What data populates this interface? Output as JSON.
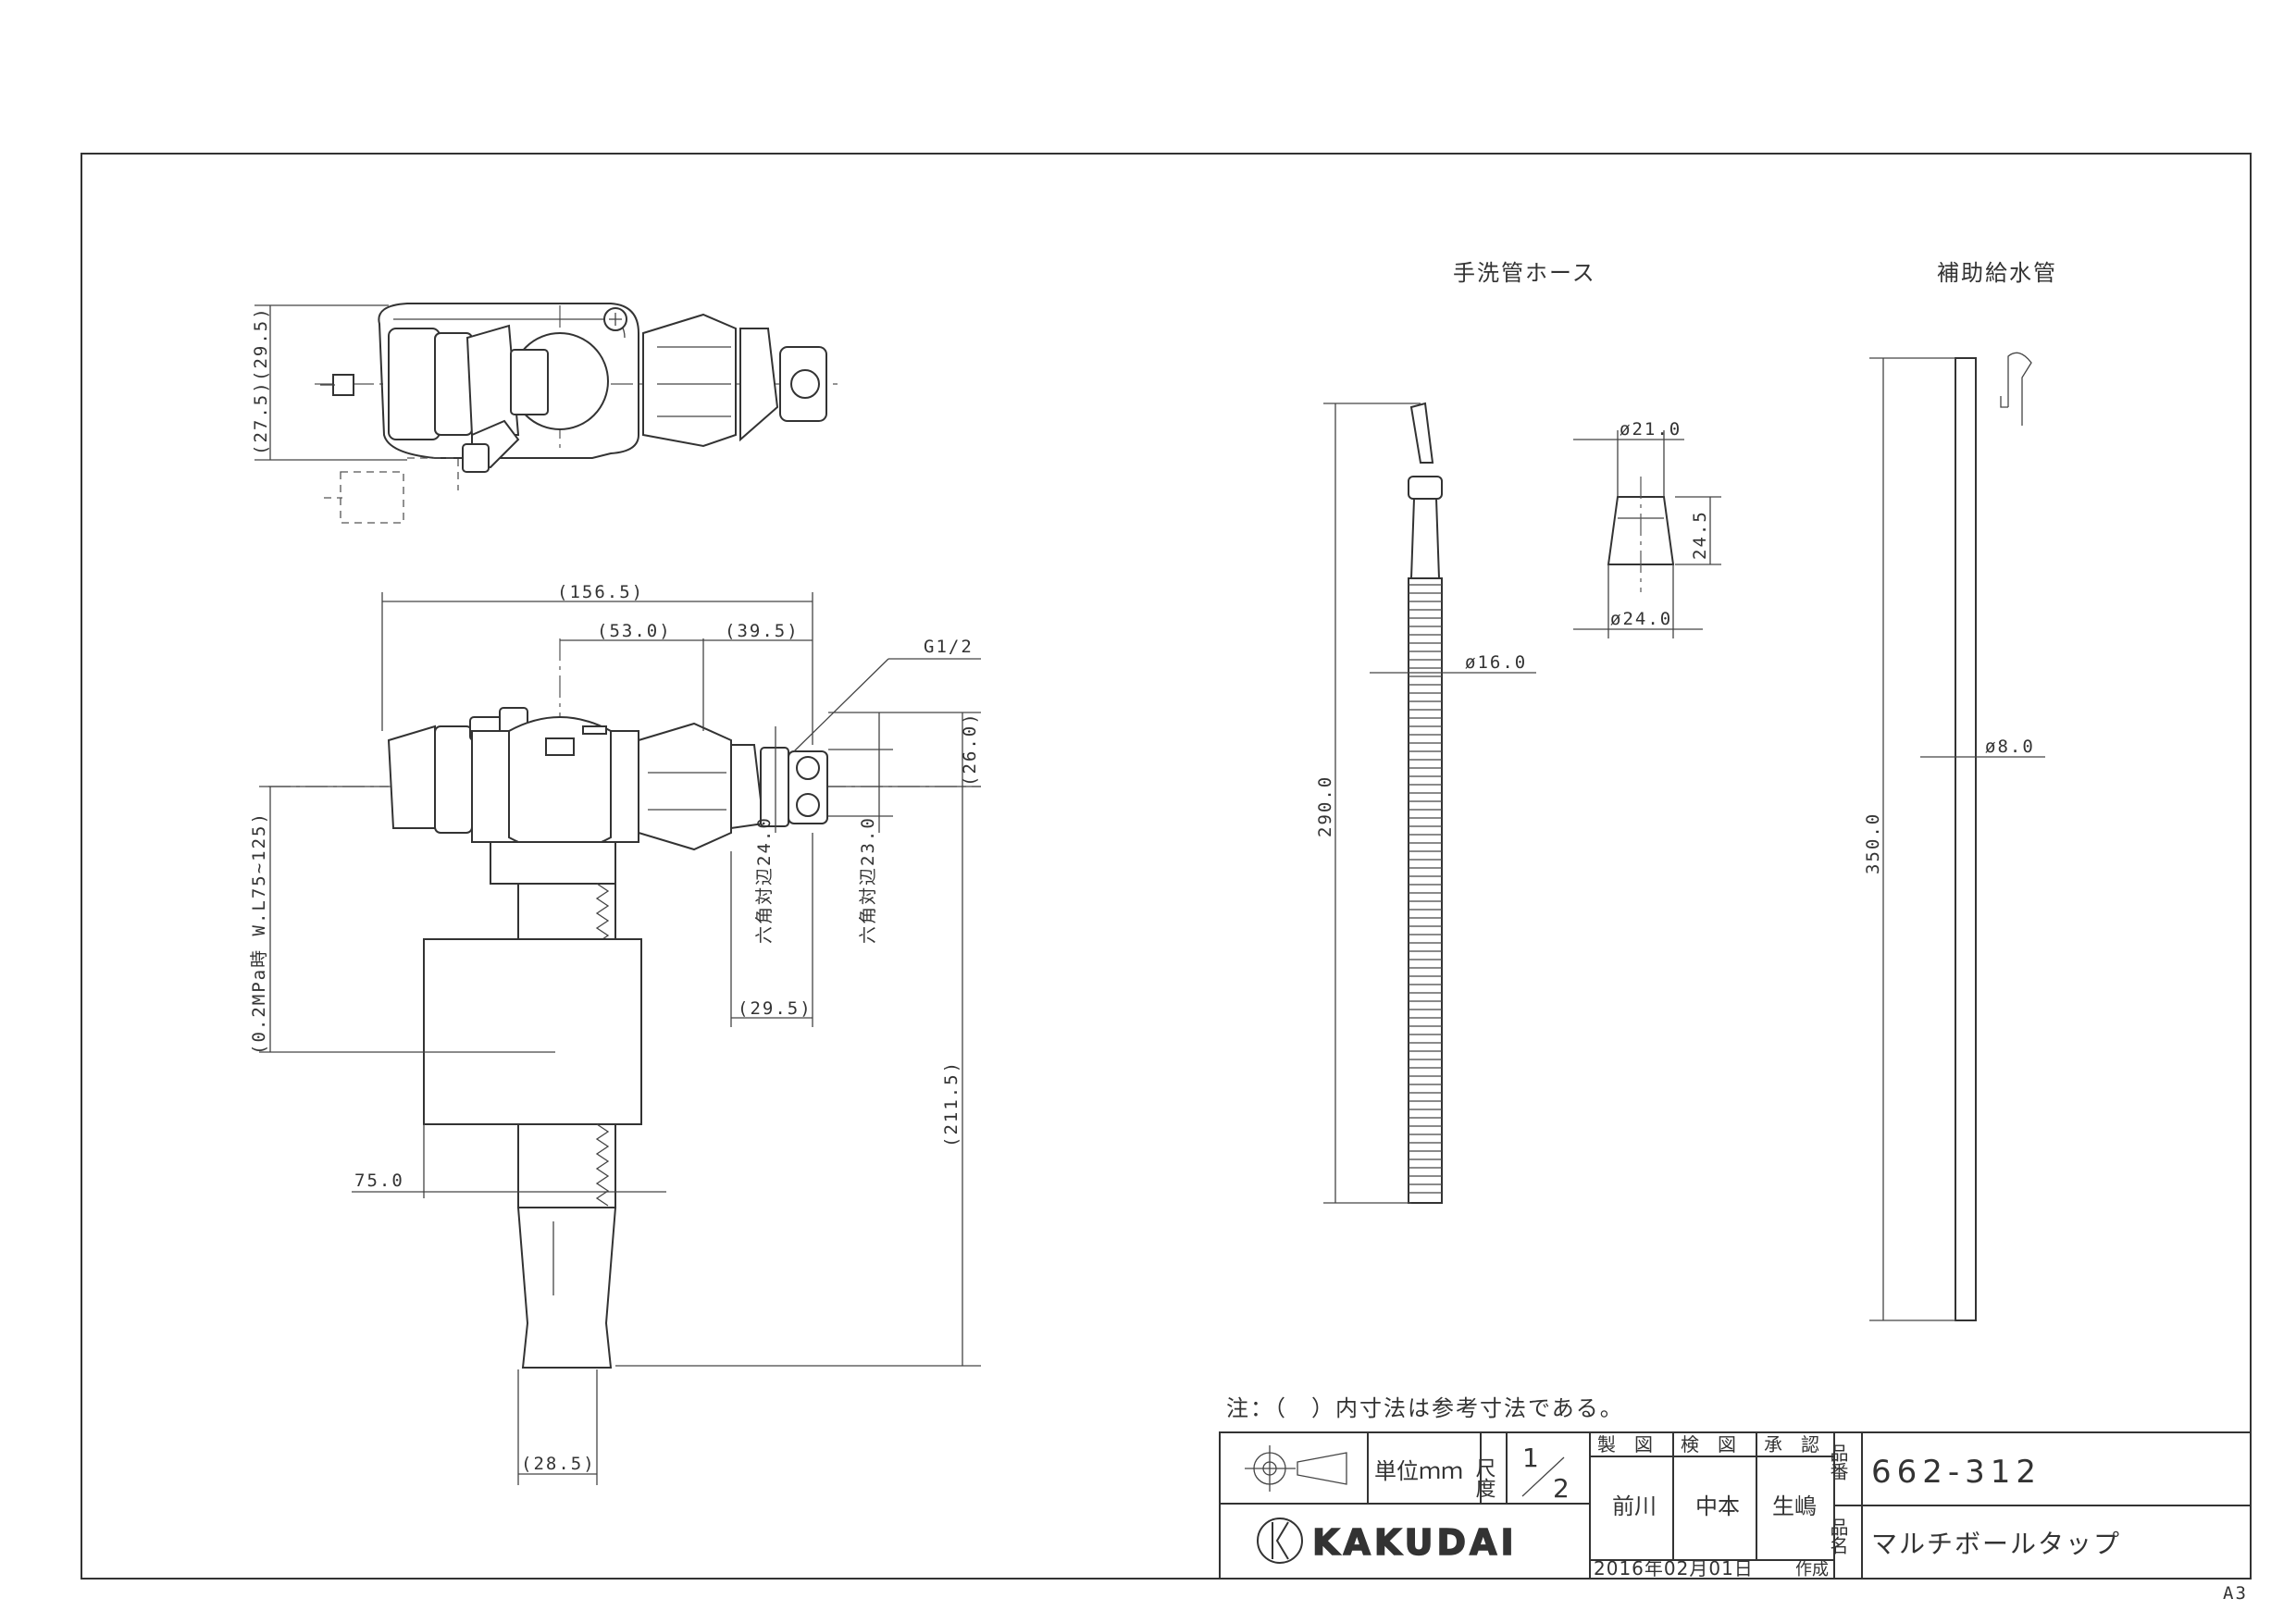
{
  "sheet_size": "A3",
  "labels": {
    "hand_wash_hose": "手洗管ホース",
    "aux_supply_pipe": "補助給水管"
  },
  "dimensions": {
    "top_view_29_5": "(29.5)",
    "top_view_27_5": "(27.5)",
    "overall_156_5": "(156.5)",
    "d_53_0": "(53.0)",
    "d_39_5": "(39.5)",
    "thread": "G1/2",
    "d_26_0": "(26.0)",
    "water_level": "(0.2MPa時 W.L75~125)",
    "hex_24": "六角対辺24.0",
    "hex_23": "六角対辺23.0",
    "d_29_5": "(29.5)",
    "d_211_5": "(211.5)",
    "d_75_0": "75.0",
    "d_28_5": "(28.5)",
    "hose_length": "290.0",
    "hose_dia": "ø16.0",
    "cap_dia_top": "ø21.0",
    "cap_height": "24.5",
    "cap_dia_bottom": "ø24.0",
    "pipe_length": "350.0",
    "pipe_dia": "ø8.0"
  },
  "note": "注：（　）内寸法は参考寸法である。",
  "title_block": {
    "unit_label": "単位ｍｍ",
    "scale_label": "尺度",
    "scale_num": "1",
    "scale_den": "2",
    "drawn_label": "製　図",
    "checked_label": "検　図",
    "approved_label": "承　認",
    "drawn_by": "前川",
    "checked_by": "中本",
    "approved_by": "生嶋",
    "date": "2016年02月01日",
    "created_label": "作成",
    "part_no_label": "品番",
    "part_no": "662-312",
    "name_label": "品名",
    "name": "マルチボールタップ",
    "brand": "KAKUDAI"
  },
  "colors": {
    "line": "#333333",
    "background": "#ffffff"
  }
}
